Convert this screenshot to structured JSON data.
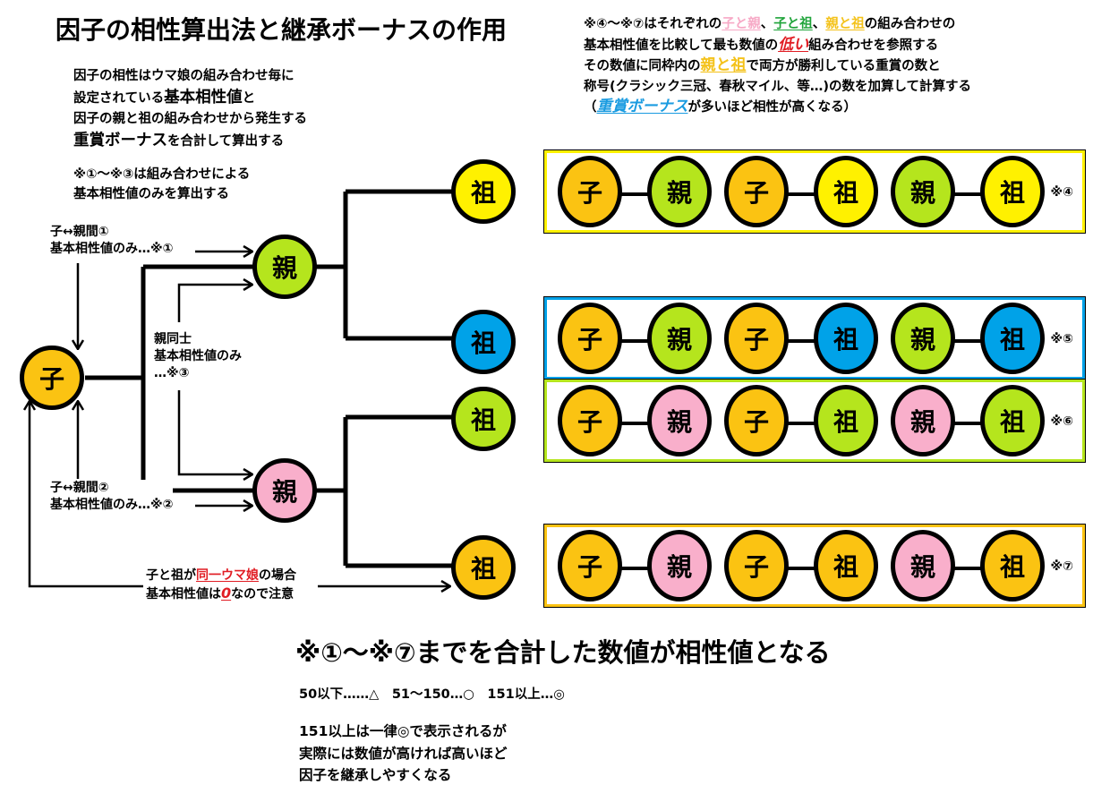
{
  "title": "因子の相性算出法と継承ボーナスの作用",
  "description": {
    "line1": "因子の相性はウマ娘の組み合わせ毎に",
    "line2_pre": "設定されている",
    "line2_big": "基本相性値",
    "line2_post": "と",
    "line3": "因子の親と祖の組み合わせから発生する",
    "line4_big": "重賞ボーナス",
    "line4_post": "を合計して算出する"
  },
  "note_1_3": {
    "line1": "※①～※③は組み合わせによる",
    "line2": "基本相性値のみを算出する"
  },
  "right_note": {
    "l1_pre": "※④～※⑦はそれぞれの",
    "l1_pink": "子と親",
    "l1_sep1": "、",
    "l1_green": "子と祖",
    "l1_sep2": "、",
    "l1_gold": "親と祖",
    "l1_post": "の組み合わせの",
    "l2_pre": "基本相性値を比較して最も数値の",
    "l2_red": "低い",
    "l2_post": "組み合わせを参照する",
    "l3_pre": "その数値に同枠内の",
    "l3_gold": "親と祖",
    "l3_post": "で両方が勝利している重賞の数と",
    "l4": "称号(クラシック三冠、春秋マイル、等…)の数を加算して計算する",
    "l5_open": "（",
    "l5_blue": "重賞ボーナス",
    "l5_post": "が多いほど相性が高くなる）"
  },
  "labels": {
    "pair1_l1": "子↔親間①",
    "pair1_l2": "基本相性値のみ…※①",
    "parents_l1": "親同士",
    "parents_l2": "基本相性値のみ",
    "parents_l3": "…※③",
    "pair2_l1": "子↔親間②",
    "pair2_l2": "基本相性値のみ…※②",
    "same_pre": "子と祖が",
    "same_red": "同一ウマ娘",
    "same_post": "の場合",
    "zero_pre": "基本相性値は",
    "zero_red": "0",
    "zero_post": "なので注意"
  },
  "tree": {
    "child": {
      "label": "子",
      "color": "#fbc312"
    },
    "parent1": {
      "label": "親",
      "color": "#b5e51d"
    },
    "parent2": {
      "label": "親",
      "color": "#f9afcb"
    },
    "gp1": {
      "label": "祖",
      "color": "#fff100"
    },
    "gp2": {
      "label": "祖",
      "color": "#00a2e8"
    },
    "gp3": {
      "label": "祖",
      "color": "#b5e51d"
    },
    "gp4": {
      "label": "祖",
      "color": "#fbc312"
    }
  },
  "combos": [
    {
      "mark": "※④",
      "border": "#fff100",
      "nodes": [
        {
          "label": "子",
          "color": "#fbc312"
        },
        {
          "label": "親",
          "color": "#b5e51d"
        },
        {
          "label": "子",
          "color": "#fbc312"
        },
        {
          "label": "祖",
          "color": "#fff100"
        },
        {
          "label": "親",
          "color": "#b5e51d"
        },
        {
          "label": "祖",
          "color": "#fff100"
        }
      ]
    },
    {
      "mark": "※⑤",
      "border": "#00a2e8",
      "nodes": [
        {
          "label": "子",
          "color": "#fbc312"
        },
        {
          "label": "親",
          "color": "#b5e51d"
        },
        {
          "label": "子",
          "color": "#fbc312"
        },
        {
          "label": "祖",
          "color": "#00a2e8"
        },
        {
          "label": "親",
          "color": "#b5e51d"
        },
        {
          "label": "祖",
          "color": "#00a2e8"
        }
      ]
    },
    {
      "mark": "※⑥",
      "border": "#b5e51d",
      "nodes": [
        {
          "label": "子",
          "color": "#fbc312"
        },
        {
          "label": "親",
          "color": "#f9afcb"
        },
        {
          "label": "子",
          "color": "#fbc312"
        },
        {
          "label": "祖",
          "color": "#b5e51d"
        },
        {
          "label": "親",
          "color": "#f9afcb"
        },
        {
          "label": "祖",
          "color": "#b5e51d"
        }
      ]
    },
    {
      "mark": "※⑦",
      "border": "#fbc312",
      "nodes": [
        {
          "label": "子",
          "color": "#fbc312"
        },
        {
          "label": "親",
          "color": "#f9afcb"
        },
        {
          "label": "子",
          "color": "#fbc312"
        },
        {
          "label": "祖",
          "color": "#fbc312"
        },
        {
          "label": "親",
          "color": "#f9afcb"
        },
        {
          "label": "祖",
          "color": "#fbc312"
        }
      ]
    }
  ],
  "summary": "※①～※⑦までを合計した数値が相性値となる",
  "scale": "50以下……△　51～150…○　151以上…◎",
  "footer": {
    "line1": "151以上は一律◎で表示されるが",
    "line2": "実際には数値が高ければ高いほど",
    "line3": "因子を継承しやすくなる"
  }
}
